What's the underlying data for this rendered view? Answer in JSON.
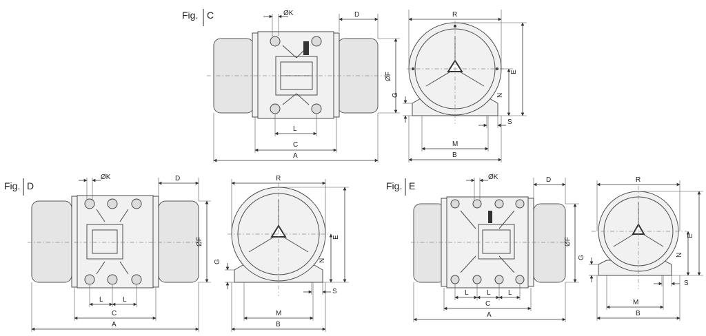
{
  "figures": {
    "C": {
      "fig_label": "Fig.",
      "fig_letter": "C"
    },
    "D": {
      "fig_label": "Fig.",
      "fig_letter": "D"
    },
    "E": {
      "fig_label": "Fig.",
      "fig_letter": "E"
    }
  },
  "dims": {
    "A": "A",
    "B": "B",
    "C": "C",
    "D": "D",
    "E": "E",
    "F": "ØF",
    "G": "G",
    "K": "ØK",
    "L": "L",
    "M": "M",
    "N": "N",
    "R": "R",
    "S": "S"
  }
}
